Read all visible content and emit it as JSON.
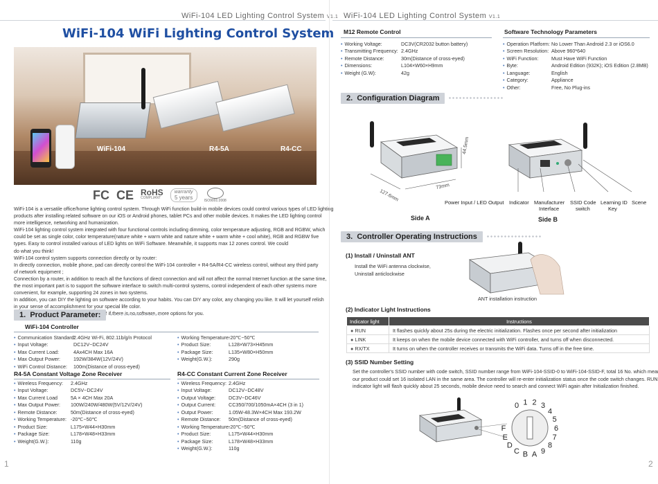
{
  "header": {
    "left_running_head": "WiFi-104  LED Lighting Control System",
    "right_running_head": "WiFi-104  LED Lighting Control System",
    "version": "V1.1"
  },
  "page_title": "WiFi-104 WiFi Lighting Control System",
  "photo_captions": [
    "WiFi-104",
    "R4-5A",
    "R4-CC"
  ],
  "cert_logos": {
    "fc": "FC",
    "ce": "CE",
    "rohs": "RoHS",
    "rohs_sub": "COMPLIANT",
    "warranty": "warranty",
    "warranty_years": "5 years",
    "iso": "ISO9001:2008"
  },
  "intro_lines": [
    "WiFi-104 is a versatile office/home lighting control system. Through WiFi function build-in mobile devices could control various types of LED lighting",
    "products after installing related software on our iOS or Android phones, tablet PCs and other mobile devices. It makes the LED lighting control",
    "more intelligence, networking and humanization.",
    "WiFi-104 lighting control system integrated with four functional controls including dimming, color temperature adjusting, RGB and RGBW, which",
    "could be set as single color, color temperature(nature white + warm white and nature white + warm white + cool white), RGB and RGBW five",
    "types. Easy to control installed various of LED lights on WiFi Software. Meanwhile, it supports max 12 zones control. We could",
    "do what you think!",
    "WiFi-104 control system supports connection directly or by router:",
    "In directly connection, mobile phone, pad can directly control the WiFi-104 controller + R4-5A/R4-CC wireless control, without any third party",
    "of network equipment ;",
    "Connection by a router, in addition to reach all the functions of direct connection and will not affect the normal Internet function at the same time,",
    "the most important part is to support the software interface to switch multi-control systems, control independent of each other systems more",
    "convenient, for example, supporting 24 zones in two systems.",
    "In addition, you can DIY the lighting on software according to your habits. You can DIY any color, any changing you like. It will let yourself relish",
    "in your sense of accomplishment for your special life color.",
    "You can also use our 2.4G RF remote M12 if there is no software, more options for you."
  ],
  "section1": {
    "num": "1.",
    "title": "Product Parameter:"
  },
  "wifi104": {
    "title": "WiFi-104 Controller",
    "left": [
      {
        "k": "Communication Standard:",
        "v": "2.4GHz Wi-Fi, 802.11b/g/n Protocol"
      },
      {
        "k": "Input Voltage:",
        "v": "DC12V~DC24V"
      },
      {
        "k": "Max Current Load:",
        "v": "4Ax4CH Max 16A"
      },
      {
        "k": "Max Output Power:",
        "v": "192W/384W(12V/24V)"
      },
      {
        "k": "WiFi Control Distance:",
        "v": "100m(Distance of cross-eyed)"
      }
    ],
    "right": [
      {
        "k": "Working Temperature:",
        "v": "-20℃~50℃"
      },
      {
        "k": "Product Size:",
        "v": "L128×W73×H45mm"
      },
      {
        "k": "Package Size:",
        "v": "L135×W80×H50mm"
      },
      {
        "k": "Weight(G.W.):",
        "v": "290g"
      }
    ]
  },
  "r45a": {
    "title": "R4-5A Constant Voltage Zone Receiver",
    "rows": [
      {
        "k": "Wireless Frequency:",
        "v": "2.4GHz"
      },
      {
        "k": "Input Voltage:",
        "v": "DC5V~DC24V"
      },
      {
        "k": "Max Current Load",
        "v": "5A × 4CH Max 20A"
      },
      {
        "k": "Max Output Power:",
        "v": "100W/240W/480W(5V/12V/24V)"
      },
      {
        "k": "Remote Distance:",
        "v": "50m(Distance of cross-eyed)"
      },
      {
        "k": "Working Temperature:",
        "v": "-20℃~50℃"
      },
      {
        "k": "Product Size:",
        "v": "L175×W44×H30mm"
      },
      {
        "k": "Package Size:",
        "v": "L178×W48×H33mm"
      },
      {
        "k": "Weight(G.W.):",
        "v": "110g"
      }
    ]
  },
  "r4cc": {
    "title": "R4-CC Constant Current Zone Receiver",
    "rows": [
      {
        "k": "Wireless Frequency:",
        "v": "2.4GHz"
      },
      {
        "k": "Input Voltage:",
        "v": "DC12V~DC48V"
      },
      {
        "k": "Output Voltage:",
        "v": "DC3V~DC46V"
      },
      {
        "k": "Output Current:",
        "v": "CC350/700/1050mA×4CH (3 in 1)"
      },
      {
        "k": "Output Power:",
        "v": "1.05W-48.3W×4CH Max 193.2W"
      },
      {
        "k": "Remote Distance:",
        "v": "50m(Distance of cross-eyed)"
      },
      {
        "k": "Working Temperature:",
        "v": "-20℃~50℃"
      },
      {
        "k": "Product Size:",
        "v": "L175×W44×H30mm"
      },
      {
        "k": "Package Size:",
        "v": "L178×W48×H33mm"
      },
      {
        "k": "Weight(G.W.):",
        "v": "110g"
      }
    ]
  },
  "m12": {
    "title": "M12 Remote Control",
    "rows": [
      {
        "k": "Working Voltage:",
        "v": "DC3V(CR2032 button battery)"
      },
      {
        "k": "Transmitting Frequency:",
        "v": "2.4GHz"
      },
      {
        "k": "Remote Distance:",
        "v": "30m(Distance of cross-eyed)"
      },
      {
        "k": "Dimensions:",
        "v": "L104×W60×H9mm"
      },
      {
        "k": "Weight (G.W):",
        "v": "42g"
      }
    ]
  },
  "software": {
    "title": "Software Technology Parameters",
    "rows": [
      {
        "k": "Operation Platform:",
        "v": "No Lower Than Android 2.3 or iOS6.0"
      },
      {
        "k": "Screen Resolution:",
        "v": "Above 960*640"
      },
      {
        "k": "WiFi Function:",
        "v": "Must Have WiFi Function"
      },
      {
        "k": "Byte:",
        "v": "Android Edition (932K); iOS Edition (2.8MB)"
      },
      {
        "k": "Language:",
        "v": "English"
      },
      {
        "k": "Category:",
        "v": "Appliance"
      },
      {
        "k": "Other:",
        "v": "Free, No Plug-ins"
      }
    ]
  },
  "section2": {
    "num": "2.",
    "title": "Configuration Diagram"
  },
  "diagram": {
    "dim_length": "127.6mm",
    "dim_width": "73mm",
    "dim_height": "44.5mm",
    "label_power": "Power Input / LED Output",
    "label_indicator": "Indicator",
    "label_manufacturer_1": "Manufacturer",
    "label_manufacturer_2": "Interface",
    "label_ssid_1": "SSID Code",
    "label_ssid_2": "switch",
    "label_learning_1": "Learning ID",
    "label_learning_2": "Key",
    "label_scene": "Scene",
    "side_a": "Side A",
    "side_b": "Side B"
  },
  "section3": {
    "num": "3.",
    "title": "Controller Operating  Instructions"
  },
  "install": {
    "title": "(1) Install / Uninstall ANT",
    "line1": "Install the WiFi antenna clockwise,",
    "line2": "Uninstall anticlockwise",
    "caption": "ANT installation instruction"
  },
  "indicator": {
    "title": "(2) Indicator Light Instructions",
    "col1": "Indicator light",
    "col2": "Instructions",
    "rows": [
      {
        "name": "RUN",
        "desc": "It flashes quickly about 25s during the electric initialization. Flashes once per second after initialization"
      },
      {
        "name": "LINK",
        "desc": "It keeps on when the mobile device connected with WiFi controller, and turns off when disconnected."
      },
      {
        "name": "RX/TX",
        "desc": "It turns on when the controller receives or transmits the WiFi data. Turns off in the free time."
      }
    ]
  },
  "ssid": {
    "title": "(3) SSID Number Setting",
    "lines": [
      "Set the controller's SSID number with code switch, SSID number range from WiFi-104-SSID-0 to WiFi-104-SSID-F, total 16 No. which means",
      "our product could set 16 isolated LAN in the same area. The controller will re-enter initialization status once the code switch changes. RUN",
      "indicator light will flash quickly about 25 seconds, mobile device need to search and connect WiFi again after Initialization finished."
    ],
    "dial_chars": [
      "0",
      "1",
      "2",
      "3",
      "4",
      "5",
      "6",
      "7",
      "8",
      "9",
      "A",
      "B",
      "C",
      "D",
      "E",
      "F"
    ]
  },
  "page_numbers": {
    "left": "1",
    "right": "2"
  },
  "colors": {
    "title_blue": "#1f4fa2",
    "section_gray": "#cfd3d9",
    "table_header": "#4b4b4b"
  }
}
